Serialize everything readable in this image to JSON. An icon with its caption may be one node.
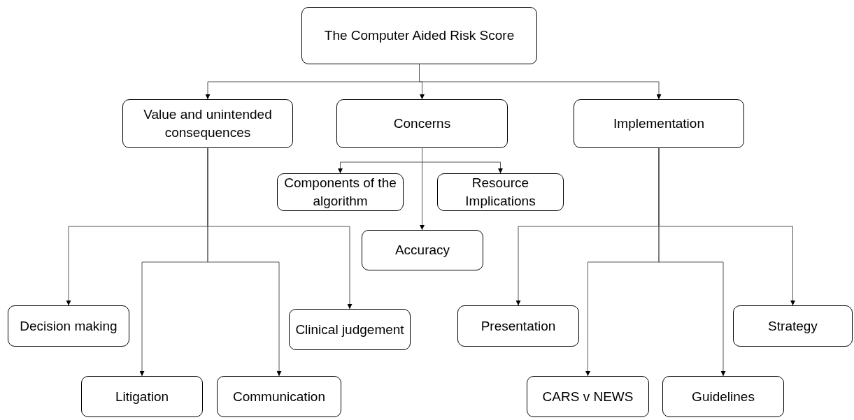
{
  "diagram": {
    "nodes": [
      {
        "text": [
          "The Computer Aided Risk Score"
        ]
      },
      {
        "text": [
          "Value and unintended consequences"
        ]
      },
      {
        "text": [
          "Concerns"
        ]
      },
      {
        "text": [
          "Implementation"
        ]
      },
      {
        "text": [
          "Components of the algorithm"
        ]
      },
      {
        "text": [
          "Resource Implications"
        ]
      },
      {
        "text": [
          "Accuracy"
        ]
      },
      {
        "text": [
          "Decision making"
        ]
      },
      {
        "text": [
          "Clinical judgement"
        ]
      },
      {
        "text": [
          "Litigation"
        ]
      },
      {
        "text": [
          "Communication"
        ]
      },
      {
        "text": [
          "Presentation"
        ]
      },
      {
        "text": [
          "Strategy"
        ]
      },
      {
        "text": [
          "CARS v NEWS"
        ]
      },
      {
        "text": [
          "Guidelines"
        ]
      }
    ],
    "edges": [
      {
        "from": 0,
        "to": 1,
        "arrow": "to"
      },
      {
        "from": 0,
        "to": 2,
        "arrow": "to"
      },
      {
        "from": 0,
        "to": 3,
        "arrow": "to"
      },
      {
        "from": 2,
        "to": 4,
        "arrow": "to"
      },
      {
        "from": 2,
        "to": 5,
        "arrow": "to"
      },
      {
        "from": 2,
        "to": 6,
        "arrow": "to"
      },
      {
        "from": 1,
        "to": 7,
        "arrow": "to"
      },
      {
        "from": 1,
        "to": 8,
        "arrow": "to"
      },
      {
        "from": 1,
        "to": 9,
        "arrow": "to"
      },
      {
        "from": 1,
        "to": 10,
        "arrow": "to"
      },
      {
        "from": 3,
        "to": 11,
        "arrow": "to"
      },
      {
        "from": 3,
        "to": 12,
        "arrow": "to"
      },
      {
        "from": 3,
        "to": 13,
        "arrow": "to"
      },
      {
        "from": 3,
        "to": 14,
        "arrow": "to"
      }
    ]
  }
}
